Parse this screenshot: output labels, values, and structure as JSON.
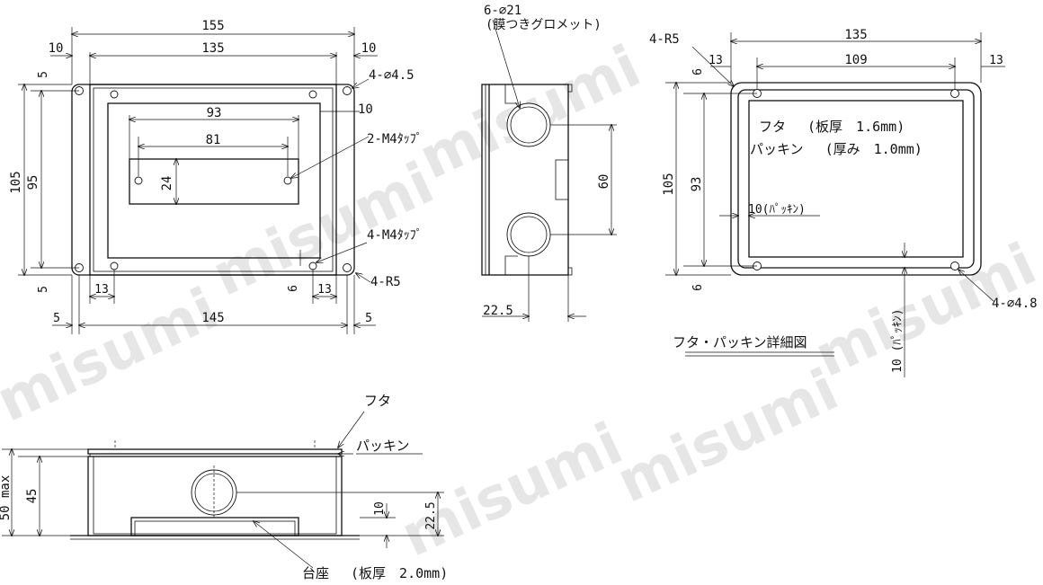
{
  "watermark": "misumi",
  "front_view": {
    "dim_overall_width": "155",
    "dim_inner_width": "135",
    "dim_left_margin": "10",
    "dim_right_margin": "10",
    "dim_hole_label": "4-⌀4.5",
    "dim_window_width": "93",
    "dim_window_gap": "10",
    "dim_tap_pitch": "81",
    "dim_tap_label_top": "2-M4ﾀｯﾌﾟ",
    "dim_window_height": "24",
    "dim_overall_height": "105",
    "dim_inner_height": "95",
    "dim_top_5": "5",
    "dim_bottom_5": "5",
    "dim_tap_label_bottom": "4-M4ﾀｯﾌﾟ",
    "dim_bl_13": "13",
    "dim_br_13": "13",
    "dim_6": "6",
    "dim_radius": "4-R5",
    "dim_left_5": "5",
    "dim_right_5": "5",
    "dim_bottom_width": "145"
  },
  "side_view": {
    "dim_grommet_label": "6-⌀21",
    "dim_grommet_desc": "(膜つきグロメット)",
    "dim_pitch": "60",
    "dim_depth": "22.5"
  },
  "lid_view": {
    "dim_radius": "4-R5",
    "dim_width": "135",
    "dim_13_left": "13",
    "dim_pitch": "109",
    "dim_13_right": "13",
    "dim_6_top": "6",
    "dim_height": "105",
    "dim_pitch_v": "93",
    "dim_6_bottom": "6",
    "label_lid": "フタ　 (板厚　1.6mm)",
    "label_gasket": "パッキン　 (厚み　1.0mm)",
    "dim_gasket_10": "10(ﾊﾟｯｷﾝ)",
    "dim_gasket_10_v": "10 (ﾊﾟｯｷﾝ)",
    "dim_hole_label": "4-⌀4.8",
    "caption": "フタ・パッキン詳細図"
  },
  "section_view": {
    "label_lid": "フタ",
    "label_gasket": "パッキン",
    "dim_max": "50 max",
    "dim_45": "45",
    "dim_10": "10",
    "dim_22_5": "22.5",
    "label_base": "台座　 (板厚　2.0mm)"
  }
}
